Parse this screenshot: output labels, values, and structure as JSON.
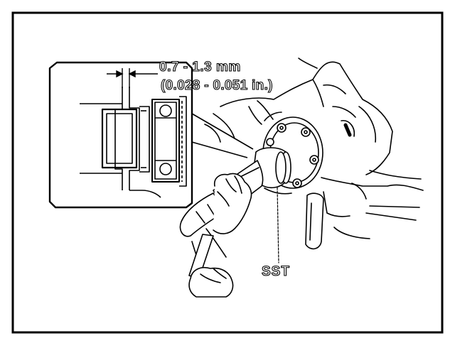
{
  "figure": {
    "dimension_metric": "0.7 - 1.3 mm",
    "dimension_imperial": "(0.028 - 0.051 in.)",
    "tool_label": "SST"
  },
  "colors": {
    "ink": "#000000",
    "paper": "#ffffff"
  }
}
